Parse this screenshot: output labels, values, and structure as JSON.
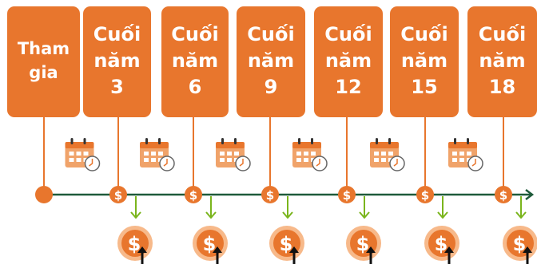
{
  "colors": {
    "accent": "#e8762d",
    "coin": "#e8762d",
    "coin_ring": "#f7b98a",
    "timeline": "#1e5a3a",
    "drop_arrow": "#7ab51d",
    "calendar": "#f0a36a",
    "clock": "#ffffff"
  },
  "milestones": [
    {
      "lines": [
        "Tham",
        "gia"
      ],
      "label_name": "milestone-join",
      "pay": false
    },
    {
      "lines": [
        "Cuối",
        "năm",
        "3"
      ],
      "label_name": "milestone-year-3",
      "pay": true
    },
    {
      "lines": [
        "Cuối",
        "năm",
        "6"
      ],
      "label_name": "milestone-year-6",
      "pay": true
    },
    {
      "lines": [
        "Cuối",
        "năm",
        "9"
      ],
      "label_name": "milestone-year-9",
      "pay": true
    },
    {
      "lines": [
        "Cuối",
        "năm",
        "12"
      ],
      "label_name": "milestone-year-12",
      "pay": true
    },
    {
      "lines": [
        "Cuối",
        "năm",
        "15"
      ],
      "label_name": "milestone-year-15",
      "pay": true
    },
    {
      "lines": [
        "Cuối",
        "năm",
        "18"
      ],
      "label_name": "milestone-year-18",
      "pay": true
    }
  ],
  "icons": {
    "calendar": "calendar-clock-icon",
    "timeline_dollar": "dollar-circle-icon",
    "payout": "coin-payout-icon",
    "timeline_arrow": "arrow-right-icon",
    "drop_arrow": "arrow-down-icon",
    "start_dot": "start-dot-icon"
  },
  "symbols": {
    "dollar": "$"
  }
}
